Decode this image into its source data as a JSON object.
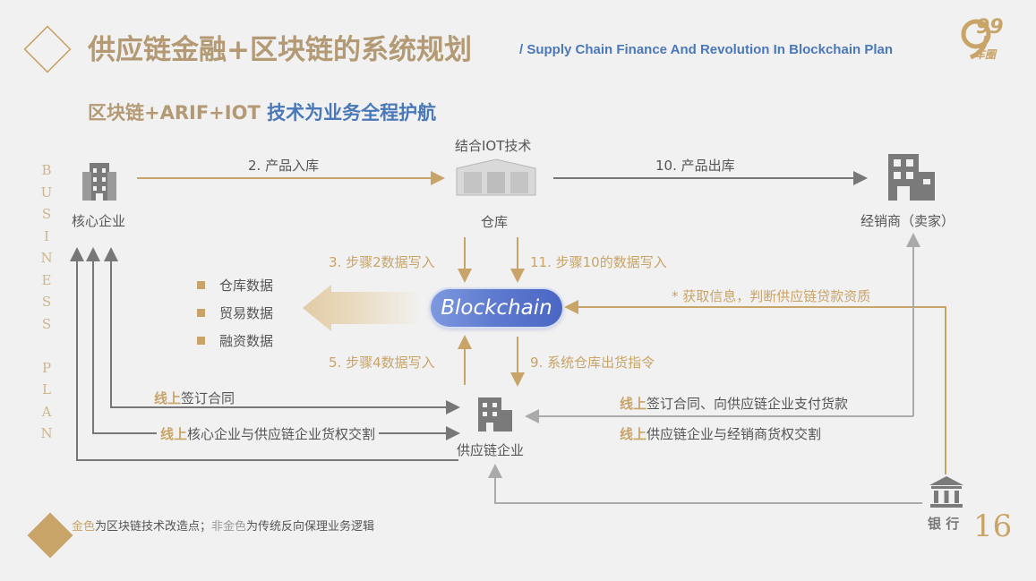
{
  "header": {
    "title_cn": "供应链金融+区块链的系统规划",
    "title_en": "/ Supply Chain Finance And Revolution In Blockchain Plan",
    "subtitle_gold": "区块链+ARIF+IOT ",
    "subtitle_blue": "技术为业务全程护航"
  },
  "vertical_text": "B\nU\nS\nI\nN\nE\nS\nS\n \nP\nL\nA\nN",
  "nodes": {
    "core": "核心企业",
    "iot": "结合IOT技术",
    "warehouse": "仓库",
    "dealer": "经销商（卖家）",
    "blockchain": "Blockchain",
    "supplier": "供应链企业",
    "bank": "银 行"
  },
  "edges": {
    "e2": "2. 产品入库",
    "e10": "10. 产品出库",
    "e3": "3. 步骤2数据写入",
    "e11": "11. 步骤10的数据写入",
    "e5": "5. 步骤4数据写入",
    "e9": "9. 系统仓库出货指令",
    "bank_info": "* 获取信息，判断供应链贷款资质",
    "sign_hl": "线上",
    "sign_rest": "签订合同",
    "core_hl": "线上",
    "core_rest": "核心企业与供应链企业货权交割",
    "bank_sign_hl": "线上",
    "bank_sign_rest": "签订合同、向供应链企业支付货款",
    "dealer_hl": "线上",
    "dealer_rest": "供应链企业与经销商货权交割"
  },
  "data_list": [
    "仓库数据",
    "贸易数据",
    "融资数据"
  ],
  "footer": {
    "gold": "金色",
    "part1": "为区块链技术改造点；",
    "silver": "非金色",
    "part2": "为传统反向保理业务逻辑"
  },
  "logo": {
    "num": "99",
    "cn": "车圈"
  },
  "page_number": "16",
  "colors": {
    "gold": "#c9a468",
    "blue": "#4a78b8",
    "gray": "#777777"
  }
}
